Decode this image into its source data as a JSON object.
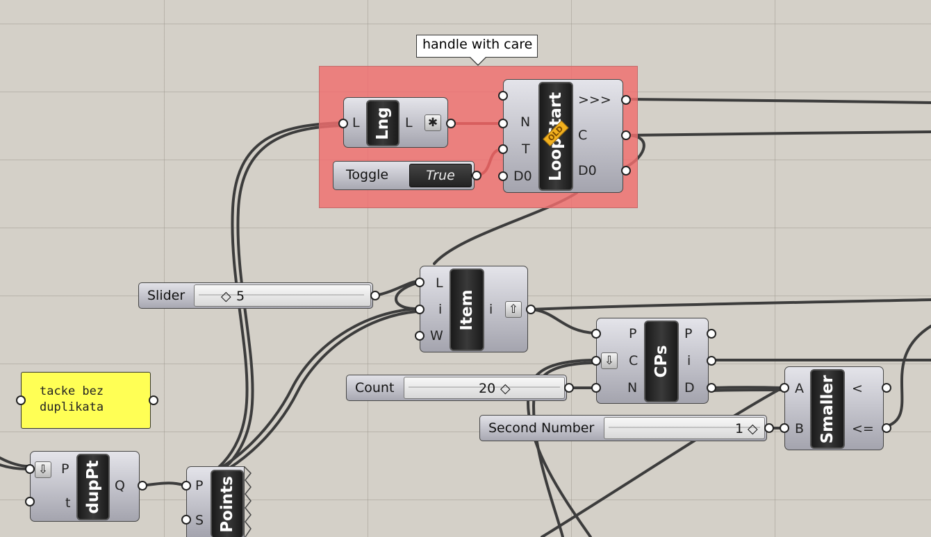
{
  "group": {
    "label": "handle with care",
    "color": "#f07070"
  },
  "length_component": {
    "name": "Lng",
    "input": "L",
    "output": "L",
    "output_icon": "asterisk-icon"
  },
  "toggle": {
    "label": "Toggle",
    "value": "True"
  },
  "loop_start": {
    "name": "LoopStart",
    "badge": "OLD",
    "inputs": [
      "N",
      "T",
      "D0"
    ],
    "outputs": [
      ">>>",
      "C",
      "D0"
    ]
  },
  "slider_main": {
    "label": "Slider",
    "value": "5"
  },
  "list_item": {
    "name": "Item",
    "inputs": [
      "L",
      "i",
      "W"
    ],
    "output": "i",
    "output_icon": "arrow-up-icon"
  },
  "closest_points": {
    "name": "CPs",
    "inputs": [
      "P",
      "C",
      "N"
    ],
    "outputs": [
      "P",
      "i",
      "D"
    ],
    "input_icon": "arrow-down-icon"
  },
  "count_slider": {
    "label": "Count",
    "value": "20"
  },
  "second_slider": {
    "label": "Second Number",
    "value": "1"
  },
  "smaller": {
    "name": "Smaller",
    "inputs": [
      "A",
      "B"
    ],
    "outputs": [
      "<",
      "<="
    ]
  },
  "panel": {
    "text_line1": "tacke bez",
    "text_line2": "duplikata",
    "color": "#ffff55"
  },
  "dup_pt": {
    "name": "dupPt",
    "inputs": [
      "P",
      "t"
    ],
    "output": "Q",
    "input_icon": "arrow-down-icon"
  },
  "points": {
    "name": "Points",
    "inputs": [
      "P",
      "S"
    ]
  }
}
